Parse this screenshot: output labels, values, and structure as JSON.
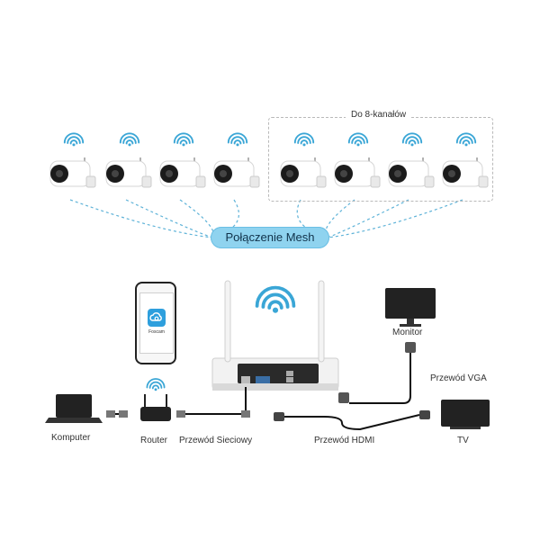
{
  "group_label": "Do 8-kanałów",
  "mesh_label": "Połączenie Mesh",
  "phone_app_label": "Foscam",
  "devices": {
    "monitor": "Monitor",
    "computer": "Komputer",
    "router": "Router",
    "tv": "TV"
  },
  "cables": {
    "vga": "Przewód VGA",
    "network": "Przewód Sieciowy",
    "hdmi": "Przewód HDMI"
  },
  "colors": {
    "mesh_pill": "#8fd3ef",
    "wifi": "#3aa6d6",
    "dashed_link": "#5fb3d8",
    "device_dark": "#222222",
    "camera_body": "#ffffff",
    "app_icon": "#2e9fdd"
  }
}
